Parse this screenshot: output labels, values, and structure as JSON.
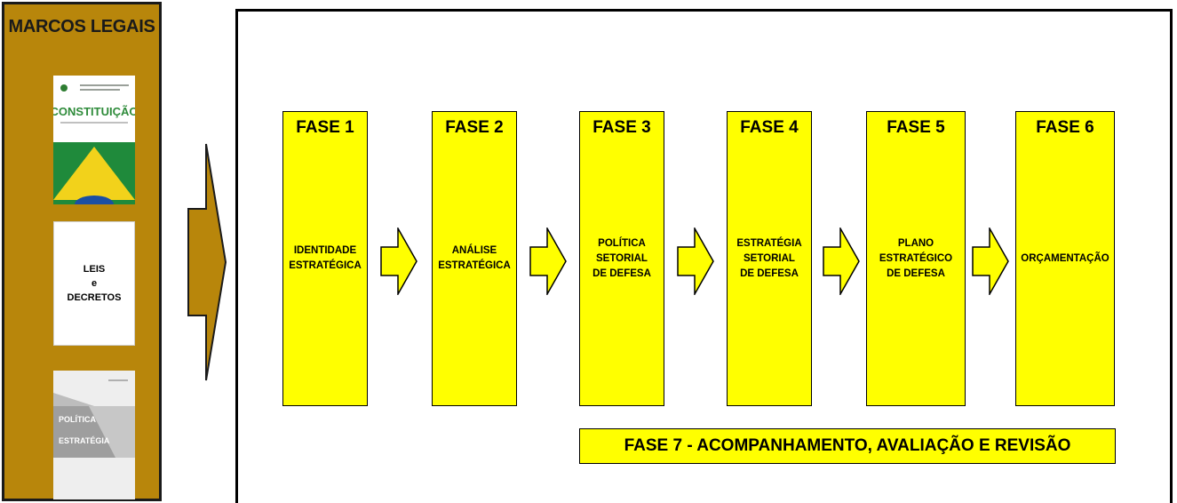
{
  "sidebar": {
    "title": "MARCOS LEGAIS",
    "docs": {
      "constituicao": {
        "title": "CONSTITUIÇÃO"
      },
      "leis": {
        "line1": "LEIS",
        "line2": "e",
        "line3": "DECRETOS"
      },
      "politica": {
        "line1": "POLÍTICA",
        "line2": "ESTRATÉGIA"
      }
    }
  },
  "phases": [
    {
      "title": "FASE 1",
      "body": "IDENTIDADE\nESTRATÉGICA"
    },
    {
      "title": "FASE 2",
      "body": "ANÁLISE\nESTRATÉGICA"
    },
    {
      "title": "FASE 3",
      "body": "POLÍTICA\nSETORIAL\nDE DEFESA"
    },
    {
      "title": "FASE 4",
      "body": "ESTRATÉGIA\nSETORIAL\nDE DEFESA"
    },
    {
      "title": "FASE 5",
      "body": "PLANO\nESTRATÉGICO\nDE DEFESA"
    },
    {
      "title": "FASE 6",
      "body": "ORÇAMENTAÇÃO"
    }
  ],
  "phase7": {
    "label": "FASE 7 - ACOMPANHAMENTO, AVALIAÇÃO E REVISÃO"
  },
  "colors": {
    "phase_fill": "#FFFF00",
    "sidebar_fill": "#B8860B",
    "arrow_fill": "#FFFF00",
    "big_arrow_fill": "#B8860B"
  }
}
